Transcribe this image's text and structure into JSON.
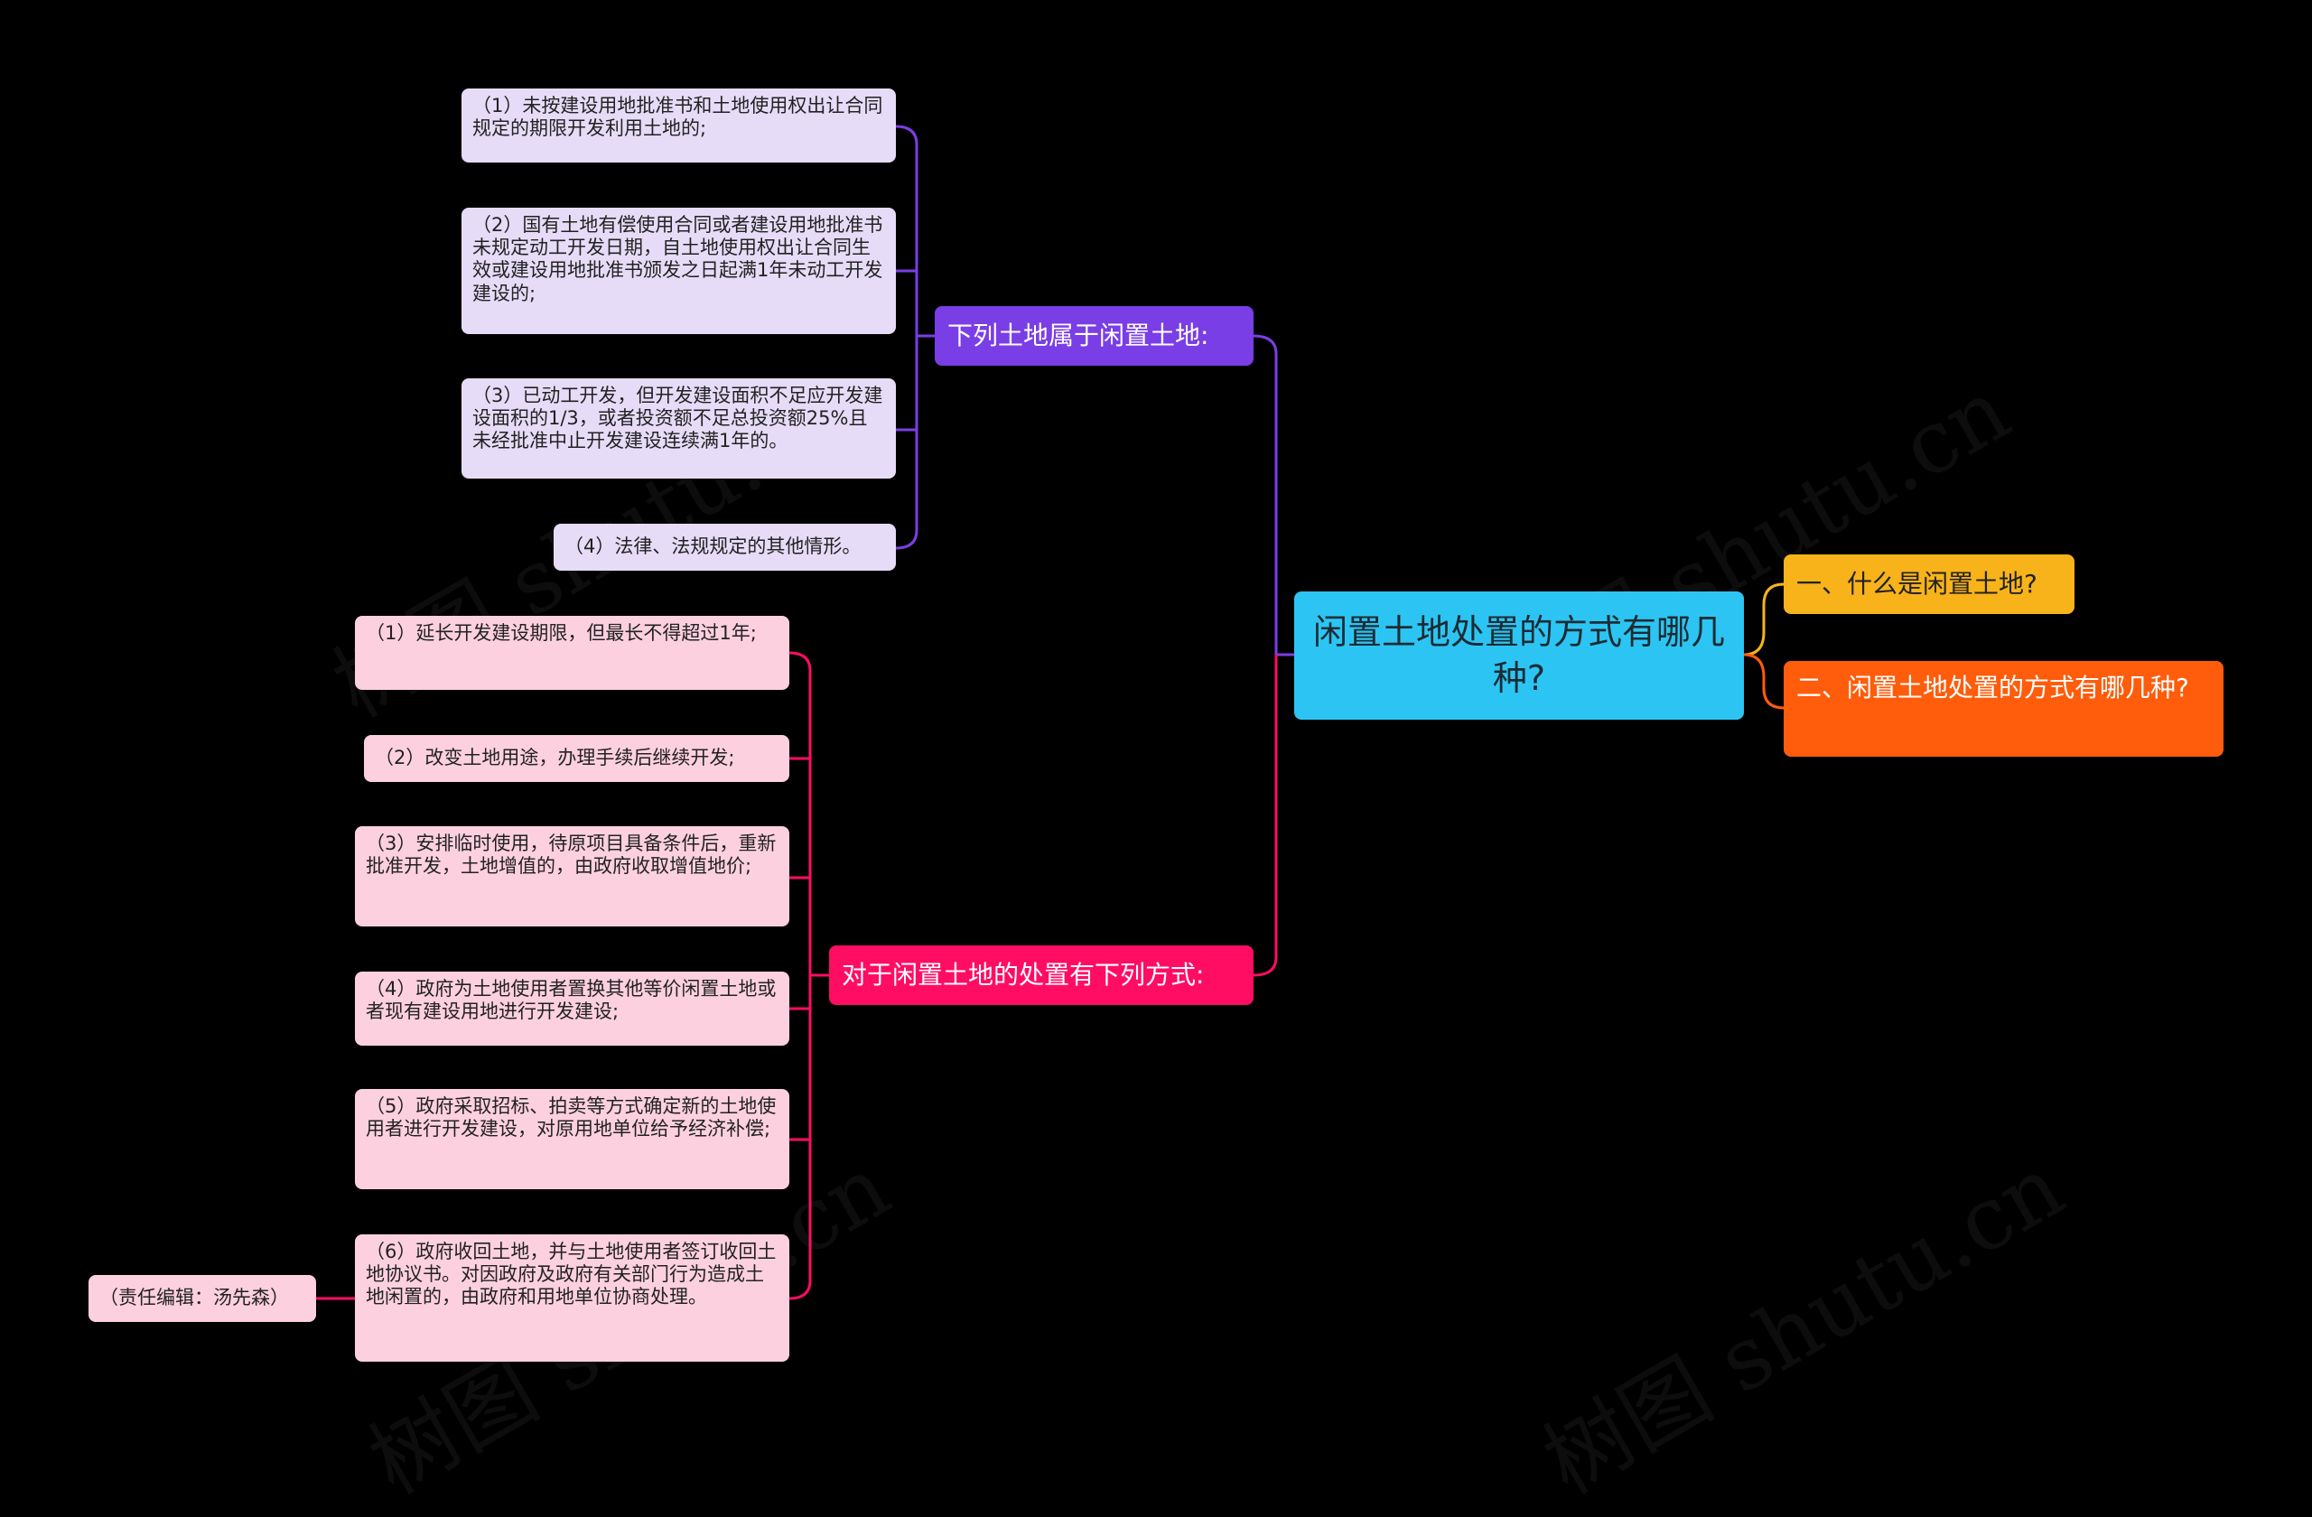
{
  "watermark": "树图 shutu.cn",
  "central": {
    "text": "闲置土地处置的方式有哪几种?",
    "color": "#2cc5f3"
  },
  "right_nodes": [
    {
      "text": "一、什么是闲置土地?",
      "color": "#f8b31a"
    },
    {
      "text": "二、闲置土地处置的方式有哪几种?",
      "color": "#ff5c0b"
    }
  ],
  "branch_idle": {
    "label": "下列土地属于闲置土地:",
    "color": "#7a3ee6",
    "items": [
      "（1）未按建设用地批准书和土地使用权出让合同规定的期限开发利用土地的;",
      "（2）国有土地有偿使用合同或者建设用地批准书未规定动工开发日期，自土地使用权出让合同生效或建设用地批准书颁发之日起满1年未动工开发建设的;",
      "（3）已动工开发，但开发建设面积不足应开发建设面积的1/3，或者投资额不足总投资额25%且未经批准中止开发建设连续满1年的。",
      "（4）法律、法规规定的其他情形。"
    ]
  },
  "branch_disposal": {
    "label": "对于闲置土地的处置有下列方式:",
    "color": "#ff0d63",
    "items": [
      "（1）延长开发建设期限，但最长不得超过1年;",
      "（2）改变土地用途，办理手续后继续开发;",
      "（3）安排临时使用，待原项目具备条件后，重新批准开发，土地增值的，由政府收取增值地价;",
      "（4）政府为土地使用者置换其他等价闲置土地或者现有建设用地进行开发建设;",
      "（5）政府采取招标、拍卖等方式确定新的土地使用者进行开发建设，对原用地单位给予经济补偿;",
      "（6）政府收回土地，并与土地使用者签订收回土地协议书。对因政府及政府有关部门行为造成土地闲置的，由政府和用地单位协商处理。"
    ],
    "editor_note": "（责任编辑：汤先森）"
  }
}
